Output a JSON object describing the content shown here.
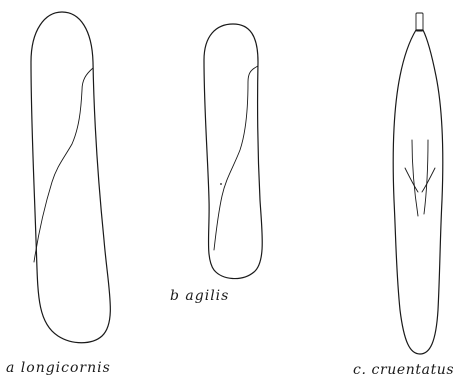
{
  "specimens": [
    {
      "id": "a",
      "caption": "a longicornis"
    },
    {
      "id": "b",
      "caption": "b agilis"
    },
    {
      "id": "c",
      "caption": "c. cruentatus"
    }
  ],
  "colors": {
    "ink": "#1a1a1a",
    "background": "#ffffff"
  }
}
